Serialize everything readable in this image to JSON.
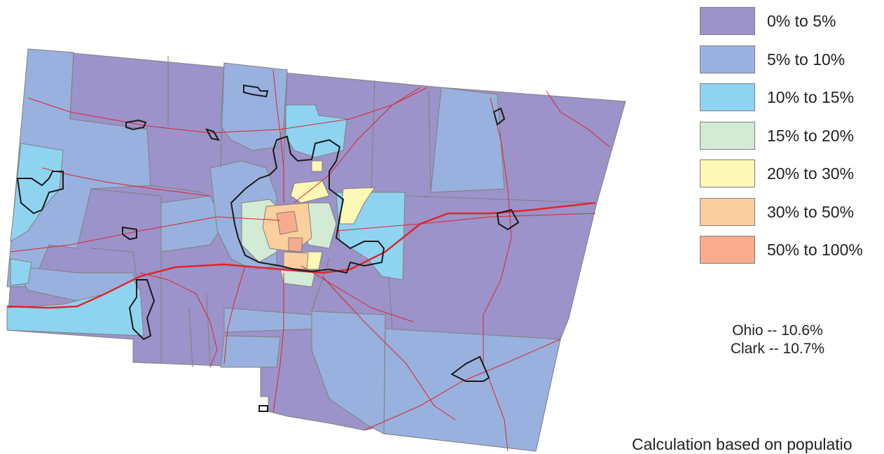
{
  "legend": {
    "items": [
      {
        "label": "0% to 5%",
        "color": "#9b93c9"
      },
      {
        "label": "5% to 10%",
        "color": "#99b1de"
      },
      {
        "label": "10% to 15%",
        "color": "#8ed4f1"
      },
      {
        "label": "15% to 20%",
        "color": "#d3ead5"
      },
      {
        "label": "20% to 30%",
        "color": "#fdf8b5"
      },
      {
        "label": "30% to 50%",
        "color": "#fccf9e"
      },
      {
        "label": "50% to 100%",
        "color": "#f8ab8f"
      }
    ]
  },
  "stats": {
    "ohio": "Ohio -- 10.6%",
    "clark": "Clark -- 10.7%"
  },
  "note": "Calculation based on populatio",
  "map_colors": {
    "boundary": "#808080",
    "road": "#e0252b",
    "city_outline": "#1a1a1a"
  }
}
